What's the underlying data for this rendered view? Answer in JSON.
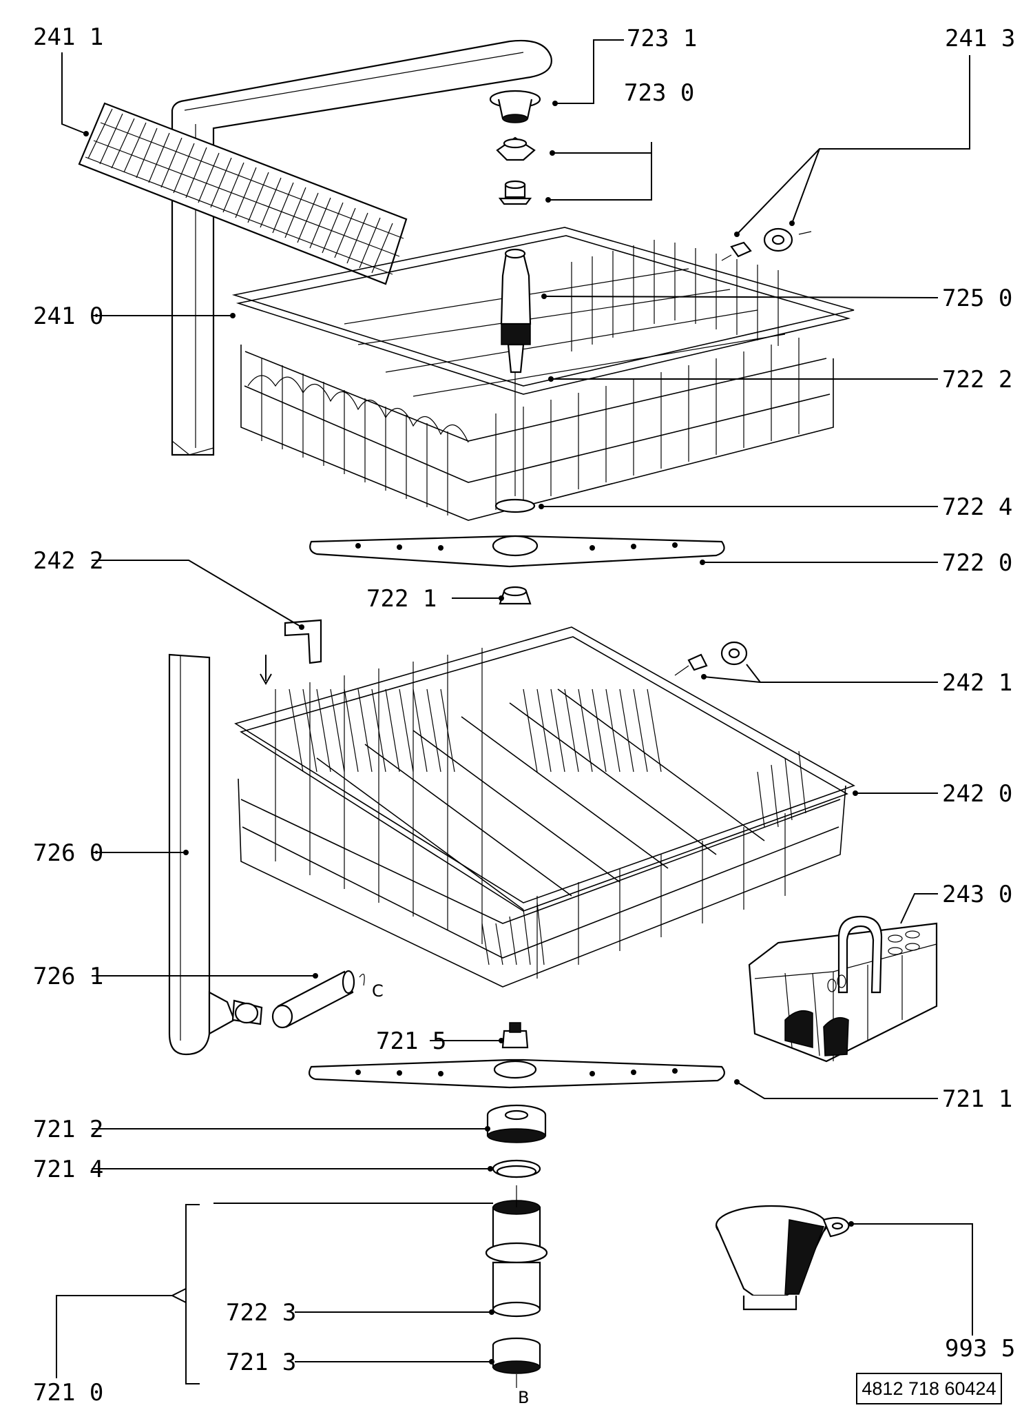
{
  "labels": {
    "l_2411": "241 1",
    "l_7231": "723 1",
    "l_7230": "723 0",
    "l_2413": "241 3",
    "l_2410": "241 0",
    "l_7250": "725 0",
    "l_7222": "722 2",
    "l_7224": "722 4",
    "l_2422": "242 2",
    "l_7220": "722 0",
    "l_7221": "722 1",
    "l_2421": "242 1",
    "l_2420": "242 0",
    "l_7260": "726 0",
    "l_2430": "243 0",
    "l_7261": "726 1",
    "l_7215": "721 5",
    "l_7211": "721 1",
    "l_7212": "721 2",
    "l_7214": "721 4",
    "l_7223": "722 3",
    "l_9935": "993 5",
    "l_7213": "721 3",
    "l_7210": "721 0",
    "l_c": "C",
    "l_b": "B"
  },
  "document_number": "4812 718 60424"
}
